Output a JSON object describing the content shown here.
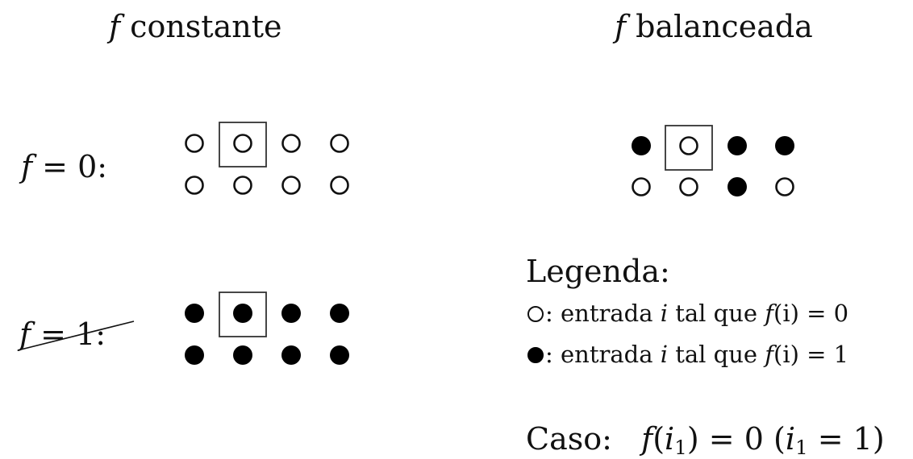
{
  "headers": {
    "left": {
      "symbol": "f",
      "text": "constante"
    },
    "right": {
      "symbol": "f",
      "text": "balanceada"
    }
  },
  "rows": {
    "f0": {
      "label_symbol": "f",
      "label_rest": " = 0:",
      "struck": false
    },
    "f1": {
      "label_symbol": "f",
      "label_rest": " = 1:",
      "struck": true
    }
  },
  "grids": {
    "constant_f0": {
      "values": [
        [
          0,
          0,
          0,
          0
        ],
        [
          0,
          0,
          0,
          0
        ]
      ],
      "highlight": {
        "row": 0,
        "col": 1
      }
    },
    "constant_f1": {
      "values": [
        [
          1,
          1,
          1,
          1
        ],
        [
          1,
          1,
          1,
          1
        ]
      ],
      "highlight": {
        "row": 0,
        "col": 1
      }
    },
    "balanced": {
      "values": [
        [
          1,
          0,
          1,
          1
        ],
        [
          0,
          0,
          1,
          0
        ]
      ],
      "highlight": {
        "row": 0,
        "col": 1
      }
    }
  },
  "legend": {
    "title": "Legenda:",
    "items": [
      {
        "symbol": "open-circle",
        "text_pre": ": entrada ",
        "var": "i",
        "text_mid": " tal que ",
        "fn": "f",
        "arg": "(i)",
        "eq": " = 0"
      },
      {
        "symbol": "filled-circle",
        "text_pre": ": entrada ",
        "var": "i",
        "text_mid": " tal que ",
        "fn": "f",
        "arg": "(i)",
        "eq": " = 1"
      }
    ]
  },
  "case": {
    "label": "Caso:",
    "fn": "f",
    "open": "(",
    "var": "i",
    "sub": "1",
    "close": ")",
    "eq": " = 0 ",
    "paren_open": "(",
    "var2": "i",
    "sub2": "1",
    "eq2": " = 1)"
  },
  "colors": {
    "ink": "#111111",
    "box": "#333333",
    "background": "#ffffff"
  }
}
